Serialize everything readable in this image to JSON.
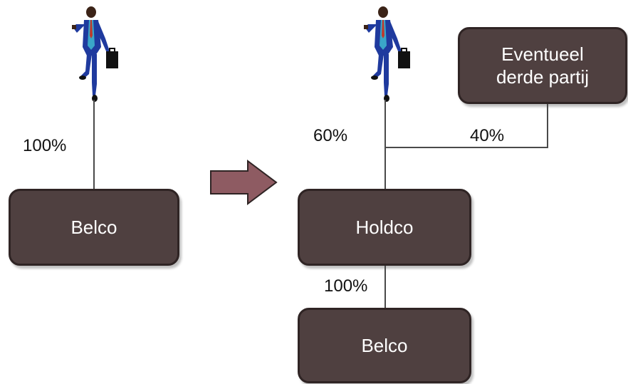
{
  "left": {
    "percent_label": "100%",
    "company": "Belco"
  },
  "right": {
    "percent_owner": "60%",
    "percent_third_party": "40%",
    "third_party_lines": [
      "Eventueel",
      "derde partij"
    ],
    "holding": "Holdco",
    "percent_sub": "100%",
    "subsidiary": "Belco"
  },
  "colors": {
    "box_fill": "#4f4040",
    "box_border": "#2f2424",
    "arrow_fill": "#8e5b62",
    "suit": "#1f3a9e",
    "shirt": "#3aa6c8"
  },
  "icons": [
    "businessman-icon",
    "arrow-right-icon"
  ]
}
